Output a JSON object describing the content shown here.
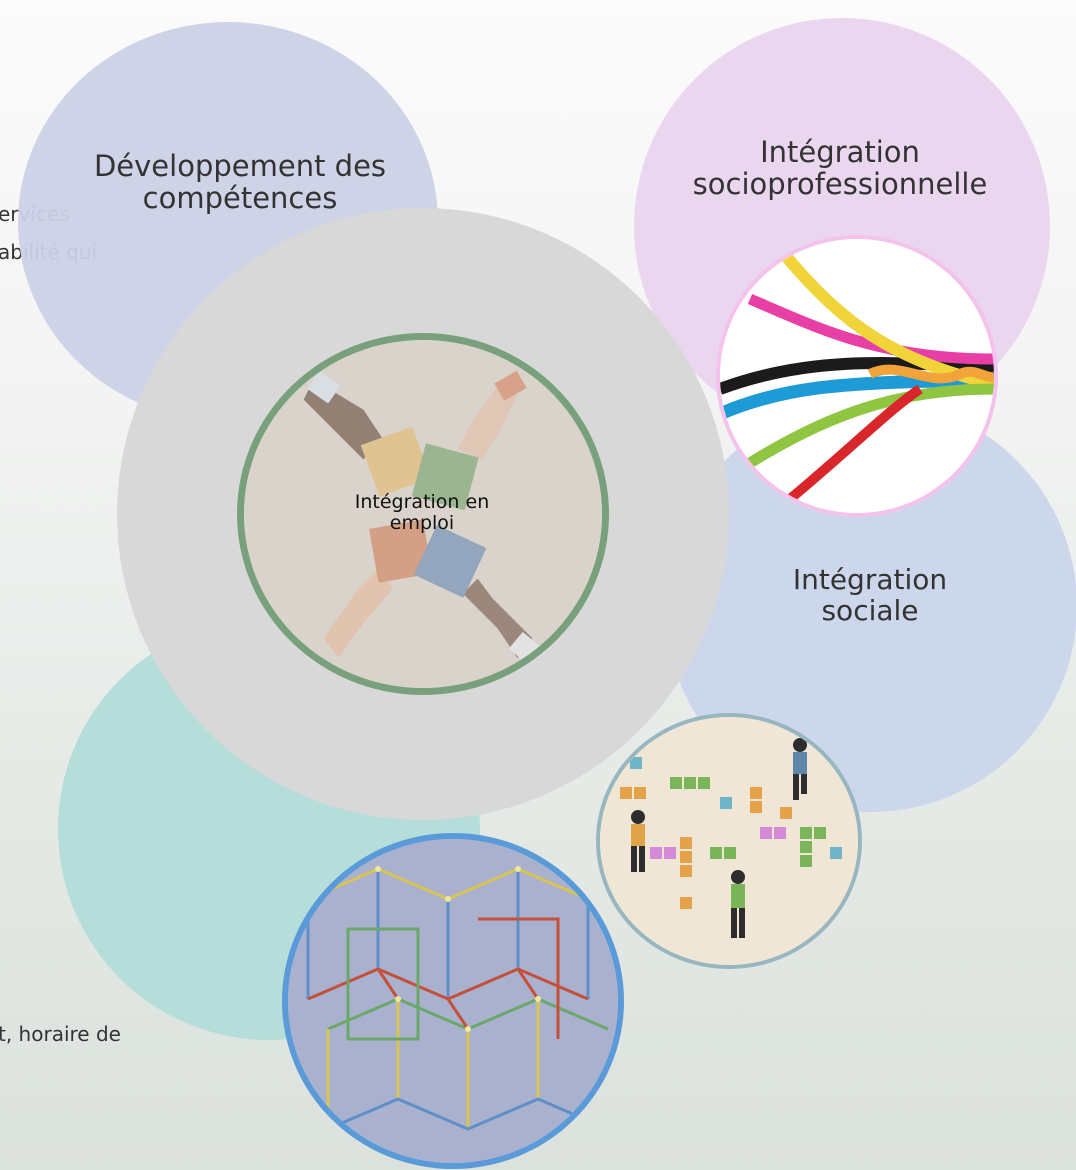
{
  "labels": {
    "skills": "Développement des compétences",
    "socioprofessional": "Intégration socioprofessionnelle",
    "social": "Intégration sociale",
    "employment": "Intégration en emploi"
  },
  "cutoff_text": {
    "left_line1": "ervices",
    "left_line2": "abilité qui",
    "bottom_line": "t, horaire de"
  },
  "colors": {
    "skills_circle": "#ccd1e6",
    "socioprofessional_circle": "#ebd6f0",
    "social_circle": "#cdd7ec",
    "teal_circle": "#b2dcd9",
    "center_circle": "#d8d8d8",
    "employment_ring": "#79a07c",
    "braid_ring": "#f4c3ec",
    "climbers_ring": "#97b6c0",
    "lattice_ring": "#5b9ad9"
  },
  "icons": {
    "employment": "puzzle-hands-image",
    "socioprofessional": "braided-cords-image",
    "social": "climbers-blocks-image",
    "teal": "lattice-structure-image"
  }
}
